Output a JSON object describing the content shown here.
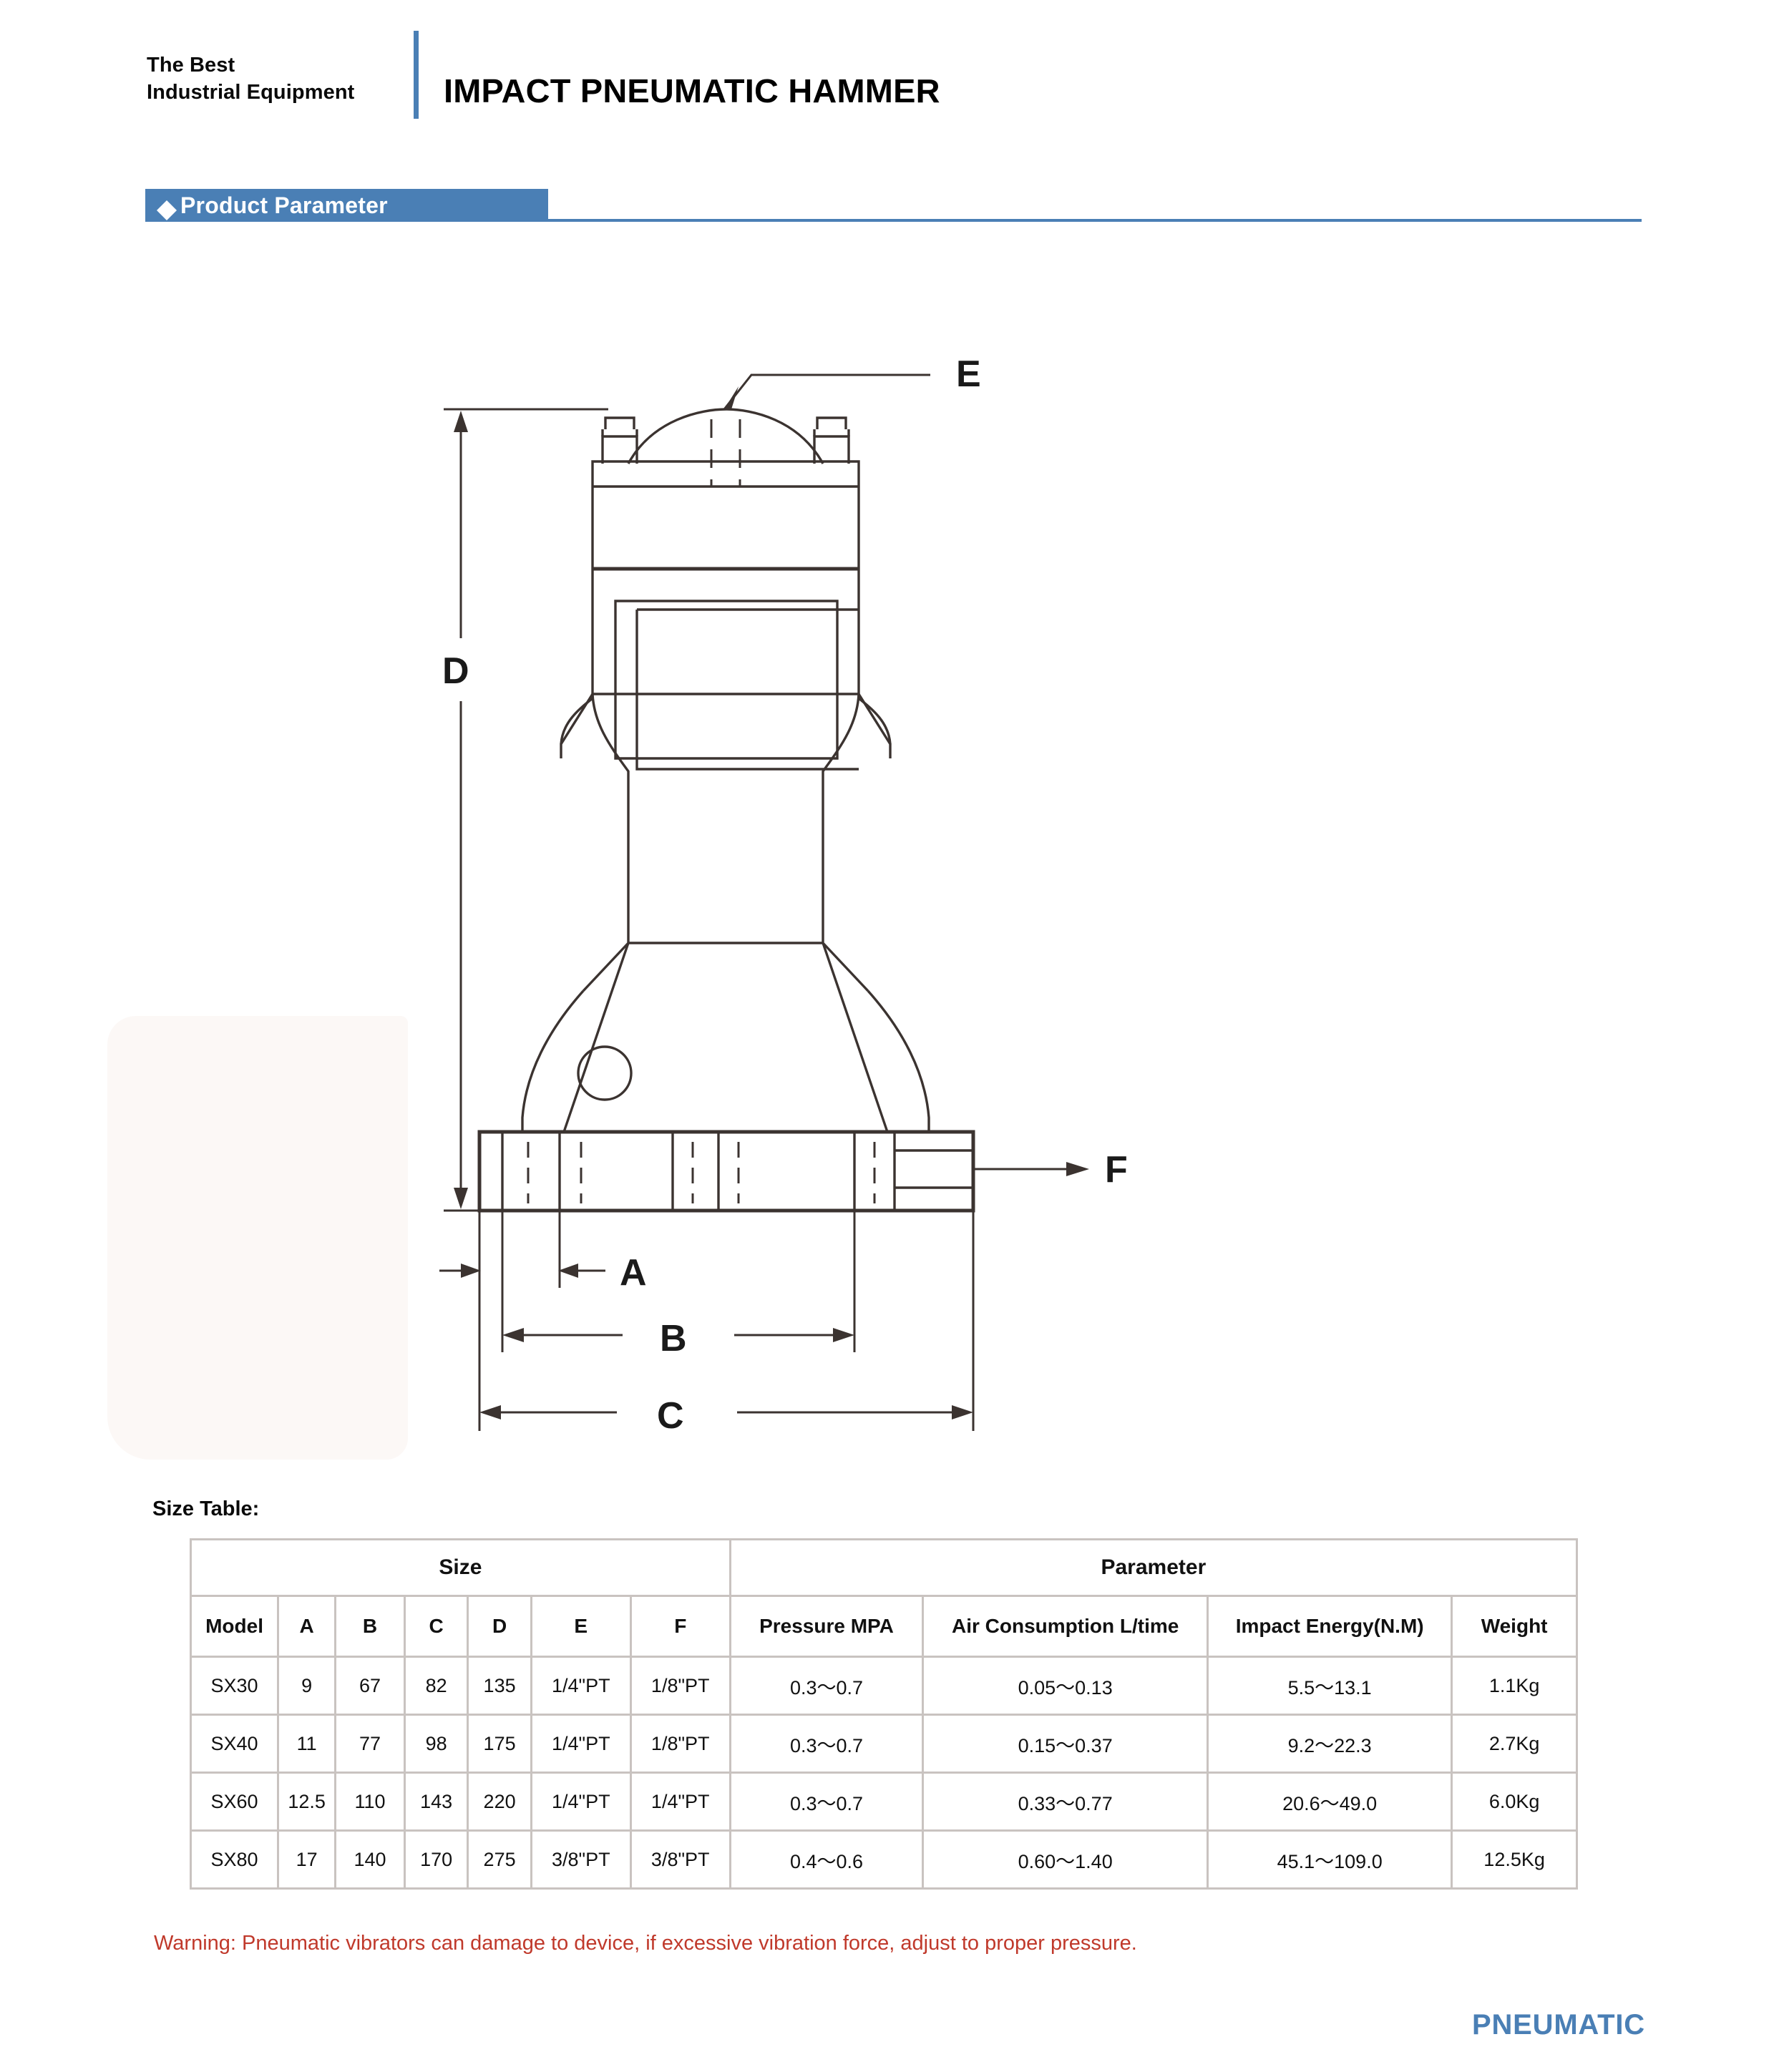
{
  "header": {
    "brand_line1": "The Best",
    "brand_line2": "Industrial Equipment",
    "title": "IMPACT PNEUMATIC HAMMER",
    "accent_color": "#4a7fb5"
  },
  "section": {
    "bullet_icon": "diamond-icon",
    "title": "Product Parameter"
  },
  "drawing": {
    "callouts": {
      "E": "E",
      "D": "D",
      "F": "F",
      "A": "A",
      "B": "B",
      "C": "C"
    }
  },
  "size_table_label": "Size Table:",
  "table": {
    "group_headers": [
      {
        "label": "Size",
        "span": 7
      },
      {
        "label": "Parameter",
        "span": 4
      }
    ],
    "columns": [
      "Model",
      "A",
      "B",
      "C",
      "D",
      "E",
      "F",
      "Pressure MPA",
      "Air Consumption L/time",
      "Impact Energy(N.M)",
      "Weight"
    ],
    "rows": [
      {
        "model": "SX30",
        "a": "9",
        "b": "67",
        "c": "82",
        "d": "135",
        "e": "1/4\"PT",
        "f": "1/8\"PT",
        "pressure": "0.3～0.7",
        "air": "0.05～0.13",
        "energy": "5.5～13.1",
        "weight": "1.1Kg"
      },
      {
        "model": "SX40",
        "a": "11",
        "b": "77",
        "c": "98",
        "d": "175",
        "e": "1/4\"PT",
        "f": "1/8\"PT",
        "pressure": "0.3～0.7",
        "air": "0.15～0.37",
        "energy": "9.2～22.3",
        "weight": "2.7Kg"
      },
      {
        "model": "SX60",
        "a": "12.5",
        "b": "110",
        "c": "143",
        "d": "220",
        "e": "1/4\"PT",
        "f": "1/4\"PT",
        "pressure": "0.3～0.7",
        "air": "0.33～0.77",
        "energy": "20.6～49.0",
        "weight": "6.0Kg"
      },
      {
        "model": "SX80",
        "a": "17",
        "b": "140",
        "c": "170",
        "d": "275",
        "e": "3/8\"PT",
        "f": "3/8\"PT",
        "pressure": "0.4～0.6",
        "air": "0.60～1.40",
        "energy": "45.1～109.0",
        "weight": "12.5Kg"
      }
    ]
  },
  "warning": {
    "text": "Warning: Pneumatic vibrators can damage to device, if excessive vibration force, adjust to proper pressure.",
    "color": "#c0392b"
  },
  "footer": {
    "brand": "PNEUMATIC",
    "color": "#4a7fb5"
  }
}
